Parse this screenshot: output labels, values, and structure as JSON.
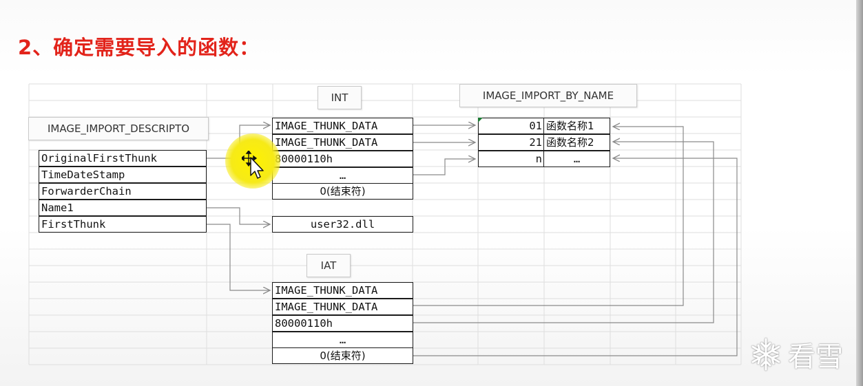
{
  "title": "2、确定需要导入的函数：",
  "labels": {
    "descriptor": "IMAGE_IMPORT_DESCRIPTO",
    "int": "INT",
    "iat": "IAT",
    "by_name": "IMAGE_IMPORT_BY_NAME"
  },
  "descriptor_fields": [
    "OriginalFirstThunk",
    "TimeDateStamp",
    "ForwarderChain",
    "Name1",
    "FirstThunk"
  ],
  "int_table": [
    "IMAGE_THUNK_DATA",
    "IMAGE_THUNK_DATA",
    "80000110h",
    "…",
    "0(结束符)"
  ],
  "dll_name": "user32.dll",
  "iat_table": [
    "IMAGE_THUNK_DATA",
    "IMAGE_THUNK_DATA",
    "80000110h",
    "…",
    "0(结束符)"
  ],
  "by_name_table": [
    {
      "hint": "01",
      "name": "函数名称1"
    },
    {
      "hint": "21",
      "name": "函数名称2"
    },
    {
      "hint": "n",
      "name": "…"
    }
  ],
  "watermark": "看雪",
  "colors": {
    "title": "#e2231a",
    "highlight": "#fff200",
    "arrow": "#8a8a8a",
    "grid": "#dedede"
  },
  "icons": [
    "move-cursor-icon",
    "snowflake-logo-icon"
  ]
}
